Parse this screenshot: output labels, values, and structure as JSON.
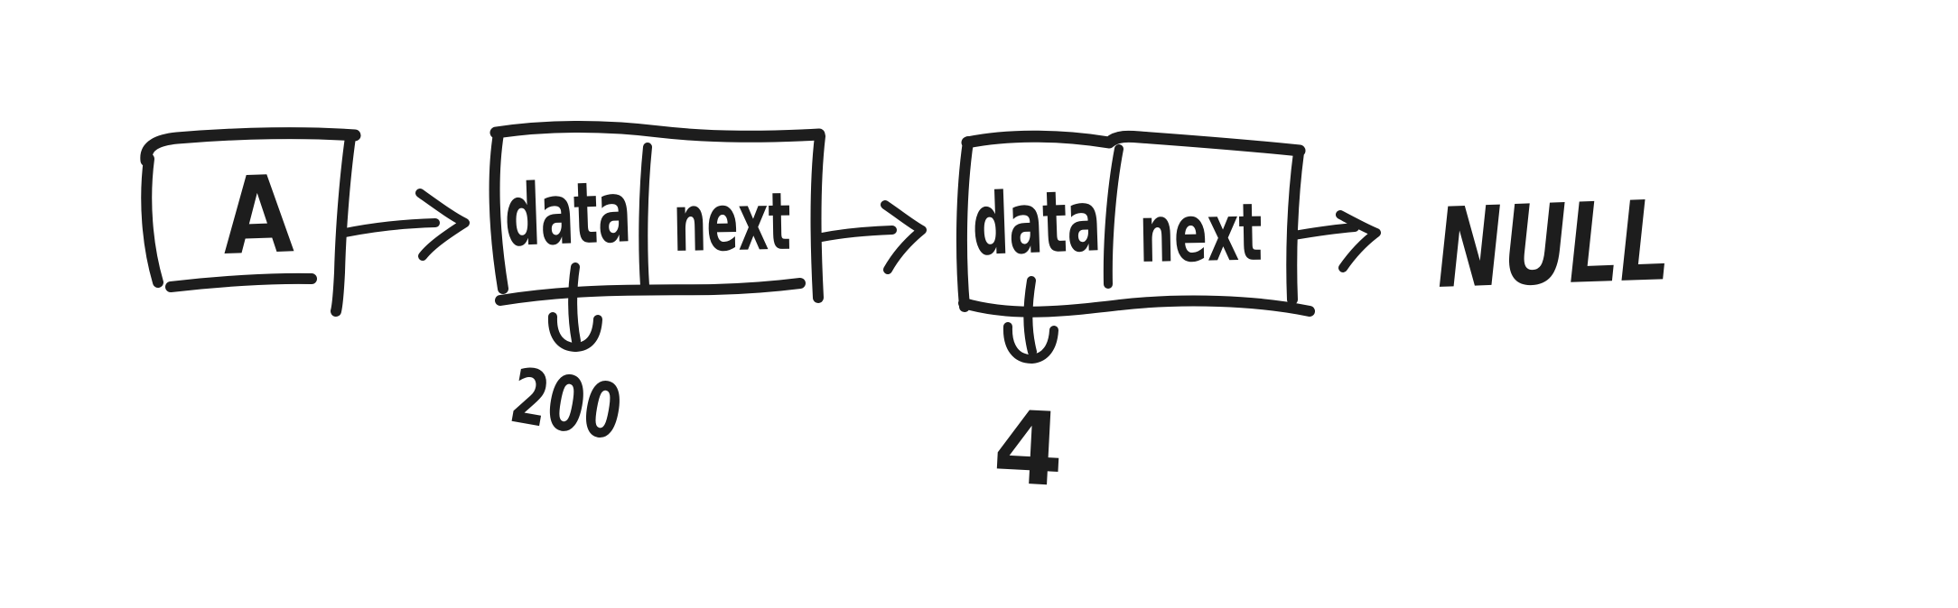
{
  "diagram": {
    "type": "singly-linked-list-sketch",
    "head": {
      "label": "A"
    },
    "nodes": [
      {
        "data_label": "data",
        "next_label": "next",
        "data_value": "200"
      },
      {
        "data_label": "data",
        "next_label": "next",
        "data_value": "4"
      }
    ],
    "terminator_label": "NULL",
    "edges": [
      {
        "from": "head",
        "to": "node1",
        "style": "right-arrow"
      },
      {
        "from": "node1.next",
        "to": "node2",
        "style": "right-arrow"
      },
      {
        "from": "node2.next",
        "to": "NULL",
        "style": "right-arrow"
      },
      {
        "from": "node1.data",
        "to": "200",
        "style": "down-arrow"
      },
      {
        "from": "node2.data",
        "to": "4",
        "style": "down-arrow"
      }
    ]
  },
  "colors": {
    "ink": "#1d1d1d",
    "background": "#ffffff"
  }
}
